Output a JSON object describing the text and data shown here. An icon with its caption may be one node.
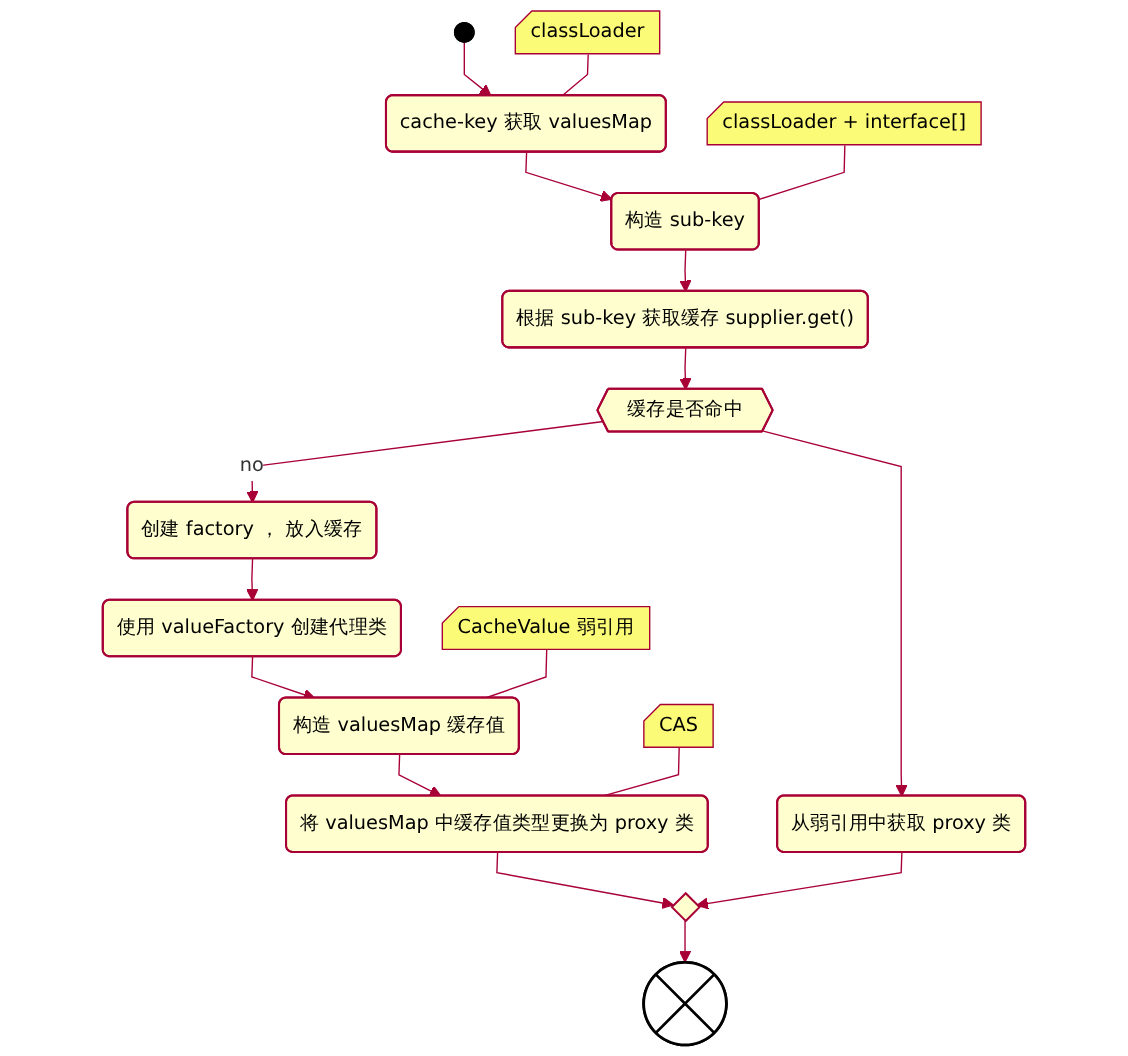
{
  "diagram": {
    "nodes": [
      {
        "text": [],
        "shape": "circle"
      },
      {
        "text": [
          "classLoader"
        ]
      },
      {
        "text": [
          "cache-key 获取 valuesMap"
        ]
      },
      {
        "text": [
          "classLoader + interface[]"
        ]
      },
      {
        "text": [
          "构造 sub-key"
        ]
      },
      {
        "text": [
          "根据 sub-key 获取缓存 supplier.get()"
        ]
      },
      {
        "text": [
          "缓存是否命中"
        ]
      },
      {
        "text": [
          "创建 factory ， 放入缓存"
        ]
      },
      {
        "text": [
          "从弱引用中获取 proxy 类"
        ]
      },
      {
        "text": [
          "使用 valueFactory 创建代理类"
        ]
      },
      {
        "text": [
          "CacheValue 弱引用"
        ]
      },
      {
        "text": [
          "构造 valuesMap 缓存值"
        ]
      },
      {
        "text": [
          "CAS"
        ]
      },
      {
        "text": [
          "将 valuesMap 中缓存值类型更换为 proxy 类"
        ]
      },
      {
        "text": [],
        "shape": "diamond"
      },
      {
        "text": [],
        "shape": "circle"
      }
    ],
    "edges": [
      {
        "from": 0,
        "to": 2,
        "arrow": "to"
      },
      {
        "from": 1,
        "to": 2,
        "arrow": "none"
      },
      {
        "from": 2,
        "to": 4,
        "arrow": "to"
      },
      {
        "from": 3,
        "to": 4,
        "arrow": "none"
      },
      {
        "from": 4,
        "to": 5,
        "arrow": "to"
      },
      {
        "from": 5,
        "to": 6,
        "arrow": "to"
      },
      {
        "from": 6,
        "to": 7,
        "arrow": "to",
        "label": "no"
      },
      {
        "from": 6,
        "to": 8,
        "arrow": "to"
      },
      {
        "from": 7,
        "to": 9,
        "arrow": "to"
      },
      {
        "from": 9,
        "to": 11,
        "arrow": "to"
      },
      {
        "from": 10,
        "to": 11,
        "arrow": "none"
      },
      {
        "from": 11,
        "to": 13,
        "arrow": "to"
      },
      {
        "from": 12,
        "to": 13,
        "arrow": "none"
      },
      {
        "from": 13,
        "to": 14,
        "arrow": "to"
      },
      {
        "from": 8,
        "to": 14,
        "arrow": "to"
      },
      {
        "from": 14,
        "to": 15,
        "arrow": "to"
      }
    ]
  }
}
